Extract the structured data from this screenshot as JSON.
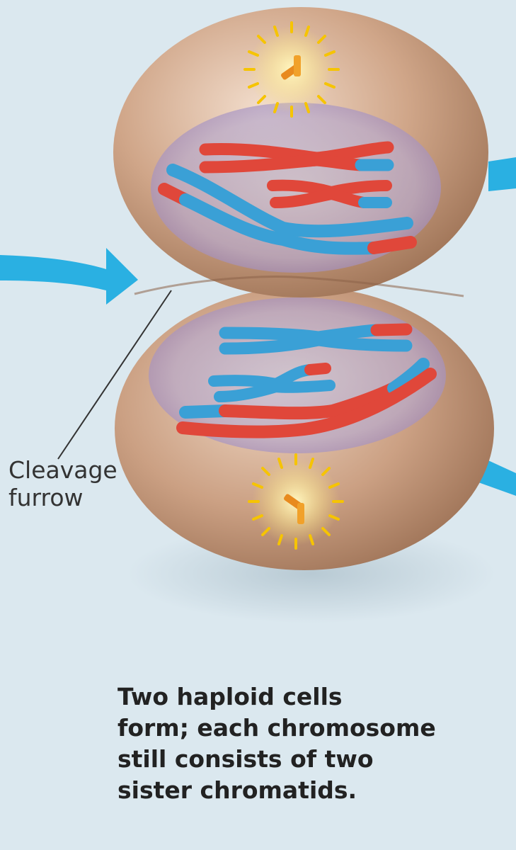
{
  "colors": {
    "background": "#dbe8ef",
    "cell": "#c79b7d",
    "cell_dark": "#a77b5e",
    "chromosome_red": "#e0473a",
    "chromosome_blue": "#3aa0d6",
    "arrow": "#2ab0e2",
    "centrosome": "#ffd21f",
    "nuclear_region": "#9a86c0"
  },
  "icons": {
    "centrosome": "sunburst-centrosome-icon",
    "arrow": "curved-arrow-icon"
  },
  "label": {
    "line1": "Cleavage",
    "line2": "furrow"
  },
  "caption": {
    "line1": "Two haploid cells",
    "line2": "form; each chromosome",
    "line3": "still consists of two",
    "line4": "sister chromatids."
  }
}
